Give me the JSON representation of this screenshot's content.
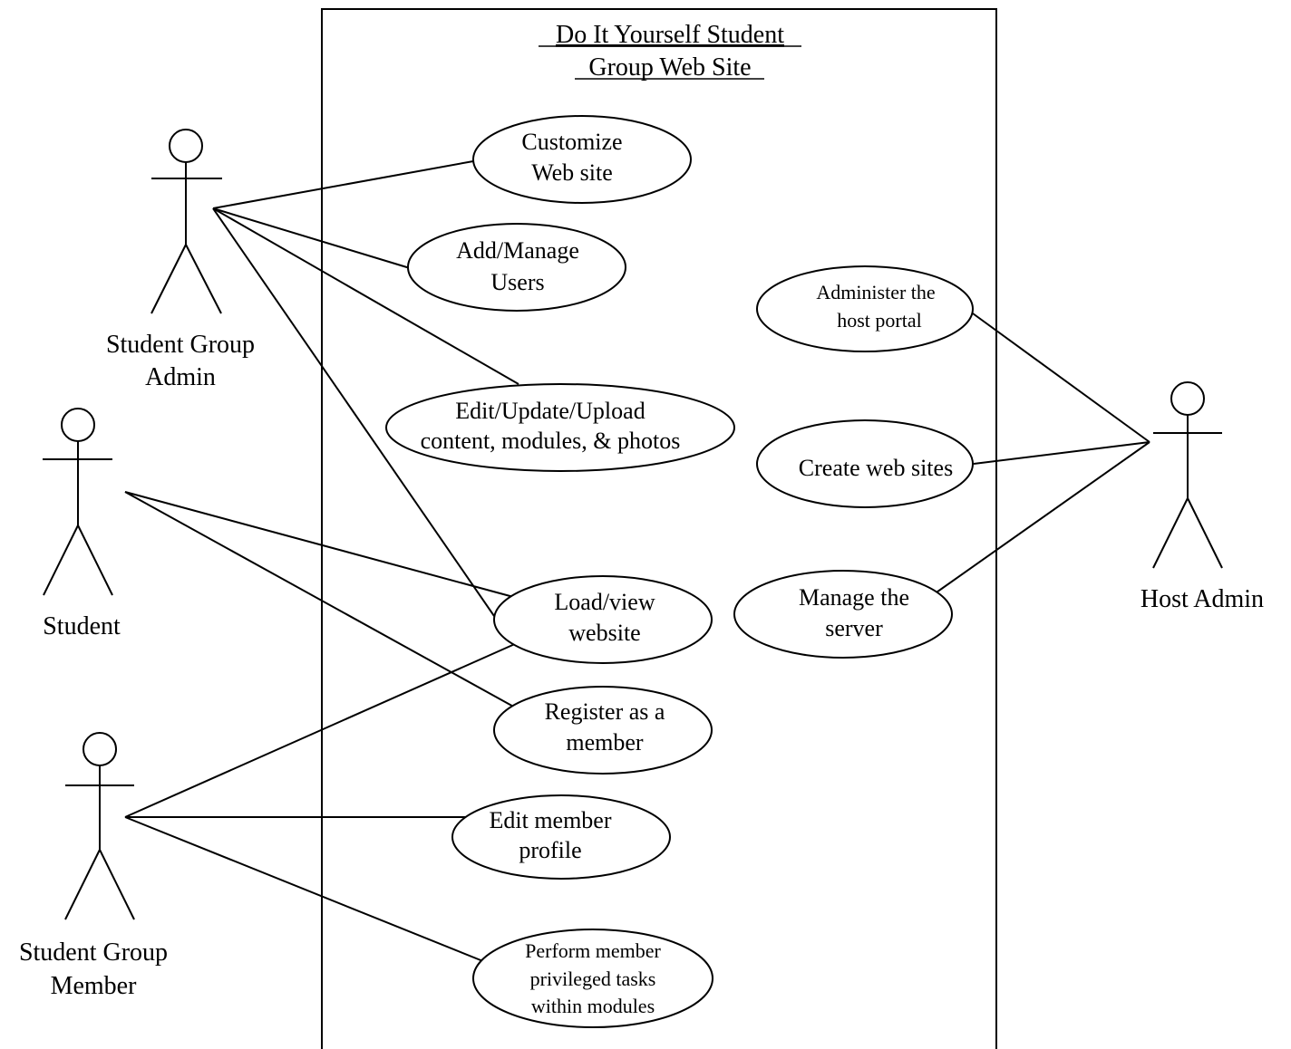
{
  "system": {
    "title_lines": [
      "Do It Yourself Student",
      "Group Web Site"
    ]
  },
  "actors": [
    {
      "id": "admin",
      "label_lines": [
        "Student Group",
        "Admin"
      ]
    },
    {
      "id": "student",
      "label_lines": [
        "Student"
      ]
    },
    {
      "id": "member",
      "label_lines": [
        "Student Group",
        "Member"
      ]
    },
    {
      "id": "host",
      "label_lines": [
        "Host Admin"
      ]
    }
  ],
  "use_cases": [
    {
      "id": "customize",
      "label_lines": [
        "Customize",
        "Web site"
      ]
    },
    {
      "id": "manage_users",
      "label_lines": [
        "Add/Manage",
        "Users"
      ]
    },
    {
      "id": "edit_content",
      "label_lines": [
        "Edit/Update/Upload",
        "content, modules, & photos"
      ]
    },
    {
      "id": "load_view",
      "label_lines": [
        "Load/view",
        "website"
      ]
    },
    {
      "id": "register",
      "label_lines": [
        "Register as a",
        "member"
      ]
    },
    {
      "id": "edit_profile",
      "label_lines": [
        "Edit member",
        "profile"
      ]
    },
    {
      "id": "perform_tasks",
      "label_lines": [
        "Perform member",
        "privileged tasks",
        "within modules"
      ]
    },
    {
      "id": "administer_portal",
      "label_lines": [
        "Administer the",
        "host portal"
      ]
    },
    {
      "id": "create_sites",
      "label_lines": [
        "Create web sites"
      ]
    },
    {
      "id": "manage_server",
      "label_lines": [
        "Manage the",
        "server"
      ]
    }
  ],
  "associations": [
    [
      "admin",
      "customize"
    ],
    [
      "admin",
      "manage_users"
    ],
    [
      "admin",
      "edit_content"
    ],
    [
      "admin",
      "load_view"
    ],
    [
      "student",
      "load_view"
    ],
    [
      "student",
      "register"
    ],
    [
      "member",
      "load_view"
    ],
    [
      "member",
      "edit_profile"
    ],
    [
      "member",
      "perform_tasks"
    ],
    [
      "host",
      "administer_portal"
    ],
    [
      "host",
      "create_sites"
    ],
    [
      "host",
      "manage_server"
    ]
  ]
}
